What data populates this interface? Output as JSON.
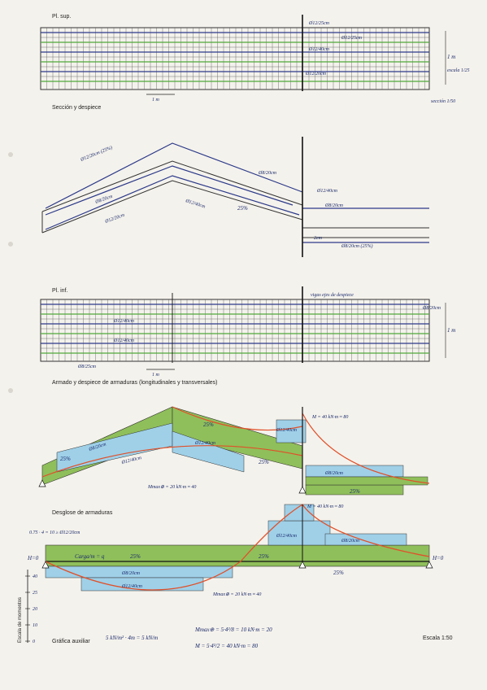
{
  "sections": {
    "top_plan": "Pl. sup.",
    "section": "Sección y despiece",
    "bottom_plan": "Pl. inf.",
    "assembly": "Armado y despiece de armaduras (longitudinales y transversales)",
    "breakdown": "Desglose de armaduras"
  },
  "scales": {
    "moments_axis": "Escala de momentos",
    "drawing": "Escala 1:50"
  },
  "top_plan": {
    "rebar_main": "Ø12/25cm",
    "rebar_right": "Ø12/25cm",
    "rebar_mid": "Ø12/40cm",
    "rebar_bottom": "Ø12/20cm",
    "width_label": "1 m",
    "scale_note": "escala 1/25",
    "section_note": "sección 1/50",
    "scale_bar": "1 m"
  },
  "section_view": {
    "rebar_slope_top": "Ø12/20cm (25%)",
    "rebar_slope_mid": "Ø8/20cm",
    "rebar_slope_low": "Ø12/20cm",
    "rebar_slope_base": "Ø12/40cm",
    "rebar_right_top": "Ø8/20cm",
    "rebar_right_mid": "Ø12/40cm",
    "rebar_right_low": "Ø8/20cm",
    "rebar_right_base": "Ø8/20cm (25%)",
    "slope": "25%",
    "cover": "2cm"
  },
  "bottom_plan": {
    "rebar_1": "Ø12/40cm",
    "rebar_2": "Ø12/40cm",
    "rebar_3": "Ø8/20cm",
    "rebar_base": "Ø8/25cm",
    "top_note": "vigas ejes de despiece",
    "width_label": "1 m",
    "scale_bar": "1 m"
  },
  "assembly": {
    "moment_pos": "Mmax⊕ = 20 kN·m ≈ 40",
    "moment_neg": "M = 40 kN·m ≈ 80",
    "pct_1": "25%",
    "pct_2": "25%",
    "pct_3": "25%",
    "pct_4": "25%",
    "rebar_1": "Ø8/20cm",
    "rebar_2": "Ø12/40cm",
    "rebar_3": "Ø12/40cm",
    "rebar_4": "Ø8/20cm",
    "rebar_5": "Ø12/40cm"
  },
  "breakdown": {
    "h_left": "H=0",
    "h_right": "H=0",
    "load": "Carga/m = q",
    "pct_left": "25%",
    "pct_mid": "25%",
    "pct_right": "25%",
    "rebar_1": "Ø8/20cm",
    "rebar_2": "Ø12/40cm",
    "rebar_3": "Ø12/40cm",
    "rebar_4": "Ø8/20cm",
    "moment_pos": "Mmax⊕ = 20 kN·m ≈ 40",
    "moment_neg": "M = 40 kN·m ≈ 80",
    "note_left": "0.75 · 4 = 10 ≥ Ø12/20cm",
    "axis_ticks": [
      "40",
      "25",
      "20",
      "10",
      "0"
    ]
  },
  "auxiliary": {
    "title": "Gráfica auxiliar",
    "formula_1": "5 kN/m² · 4m = 5 kN/m",
    "formula_2": "Mmax⊕ = 5·4²/8 = 10 kN·m = 20",
    "formula_3": "M = 5·4²/2 = 40 kN·m = 80"
  },
  "colors": {
    "paper": "#f4f2ec",
    "ink": "#1a2a6c",
    "green": "#8fbf5a",
    "blue": "#9fd0e8",
    "red": "#e0502a"
  }
}
